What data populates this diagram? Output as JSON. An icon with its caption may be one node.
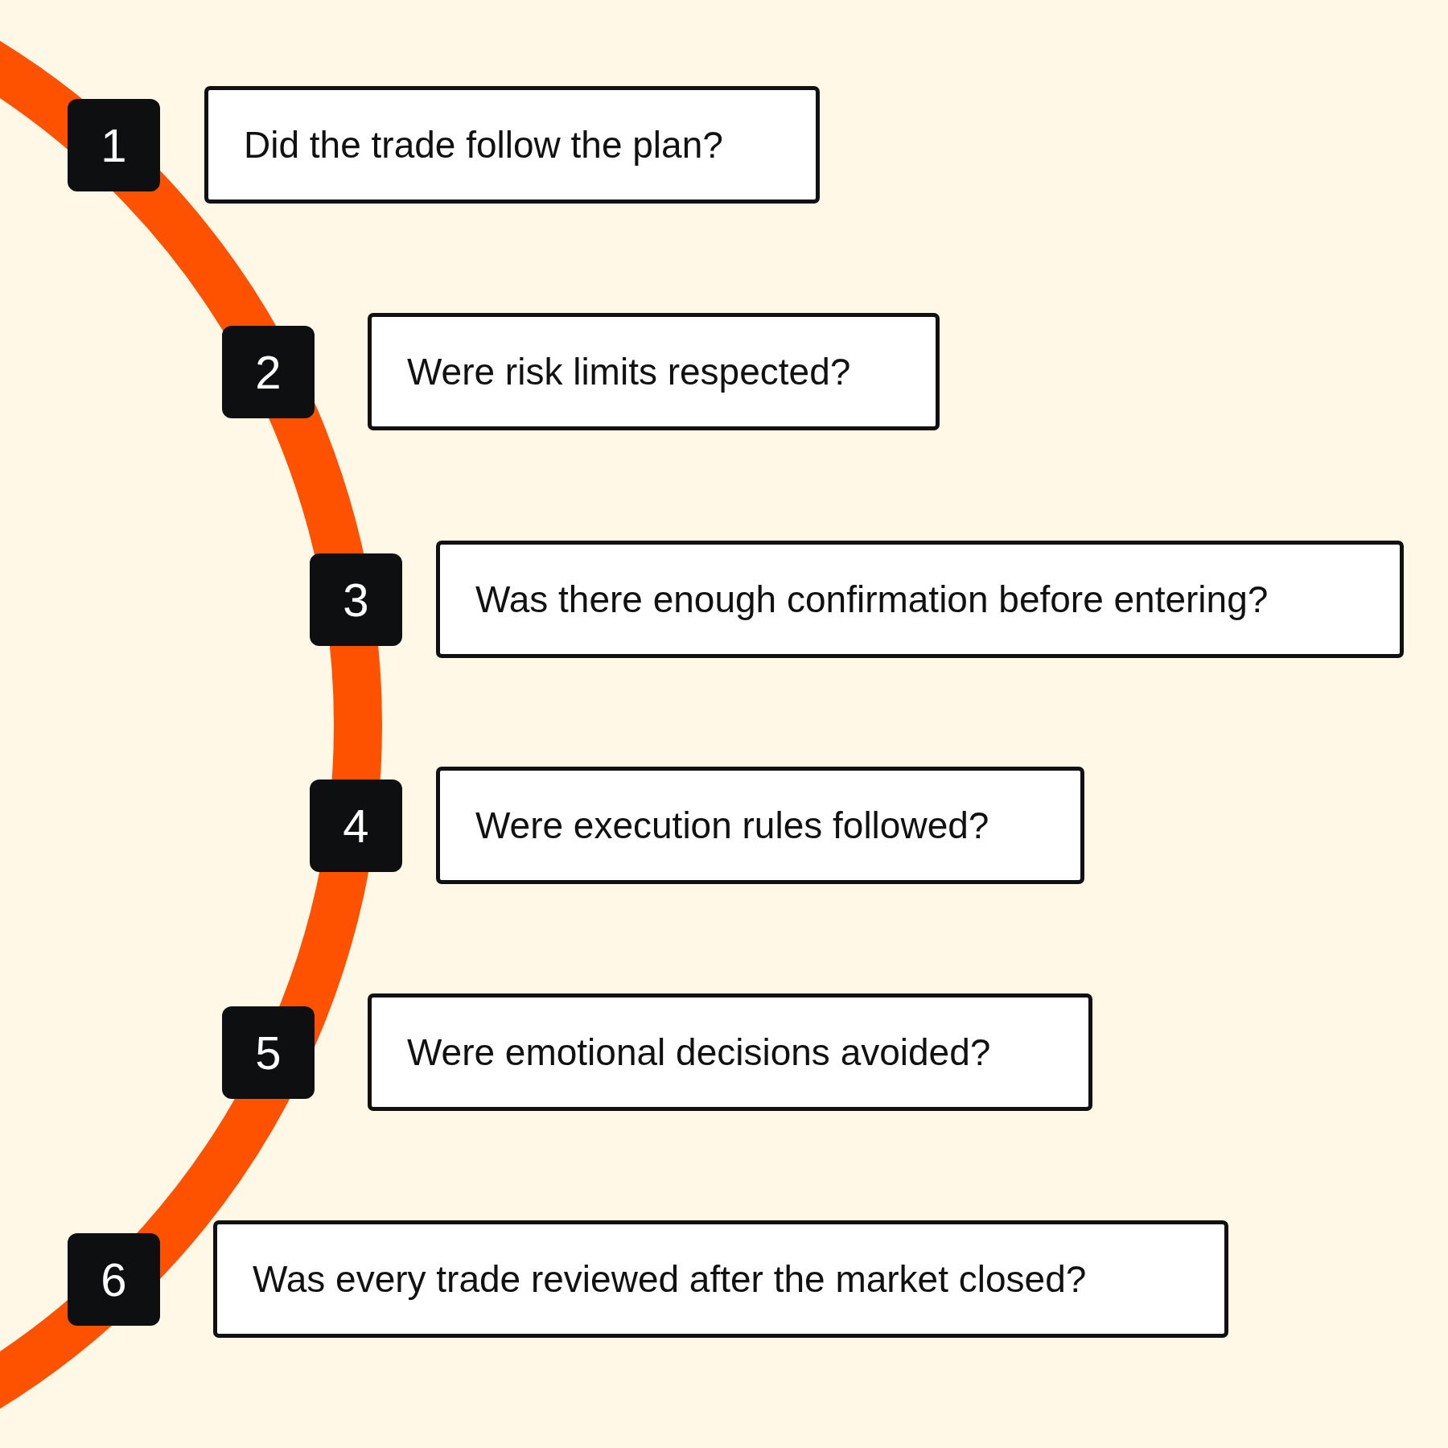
{
  "diagram": {
    "nodes": [
      {
        "text": [
          "1"
        ]
      },
      {
        "text": [
          "Did the trade follow the plan?"
        ]
      },
      {
        "text": [
          "2"
        ]
      },
      {
        "text": [
          "Were risk limits respected?"
        ]
      },
      {
        "text": [
          "3"
        ]
      },
      {
        "text": [
          "Was there enough confirmation before entering?"
        ]
      },
      {
        "text": [
          "4"
        ]
      },
      {
        "text": [
          "Were execution rules followed?"
        ]
      },
      {
        "text": [
          "5"
        ]
      },
      {
        "text": [
          "Were emotional decisions avoided?"
        ]
      },
      {
        "text": [
          "6"
        ]
      },
      {
        "text": [
          "Was every trade reviewed after the market closed?"
        ]
      }
    ]
  }
}
